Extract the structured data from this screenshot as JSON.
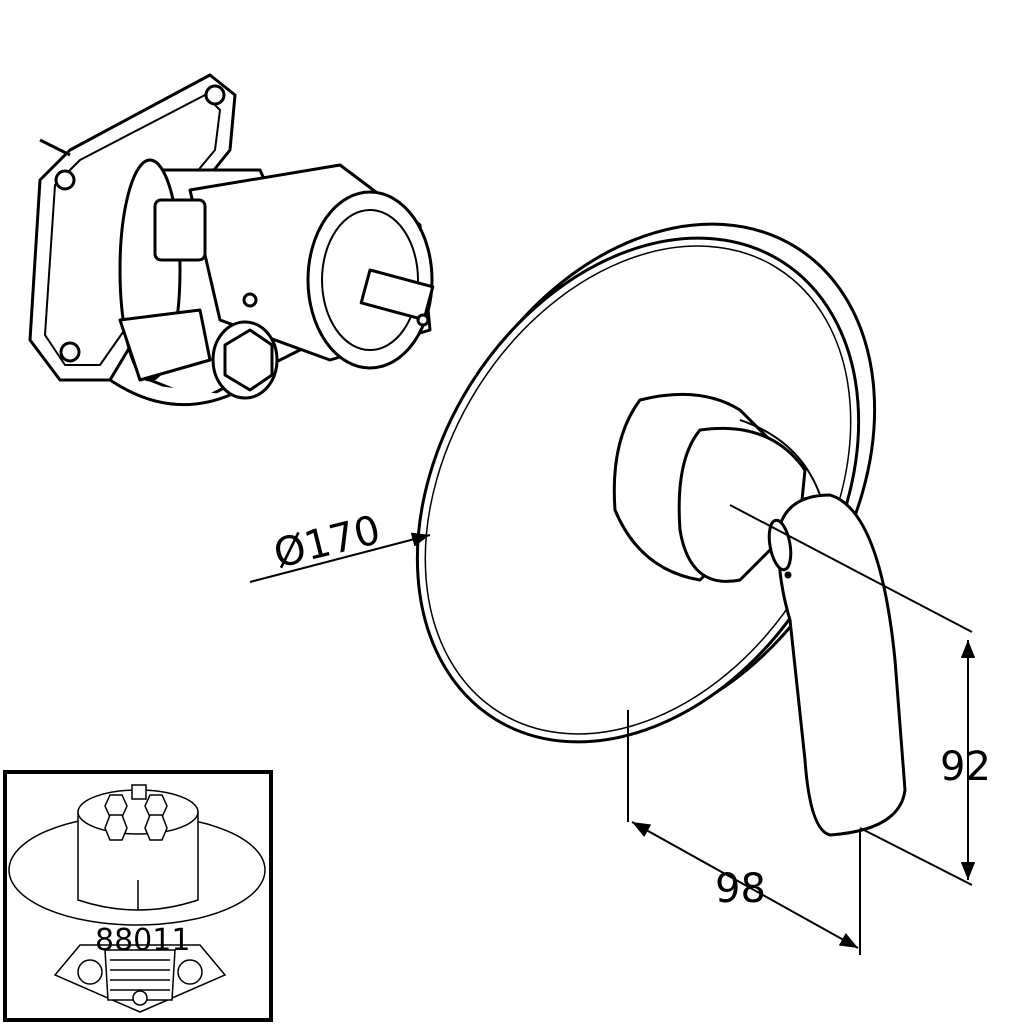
{
  "dimensions": {
    "diameter": "Ø170",
    "height": "92",
    "depth": "98"
  },
  "inset": {
    "part_number": "88011"
  },
  "colors": {
    "line": "#000000",
    "background": "#ffffff"
  }
}
